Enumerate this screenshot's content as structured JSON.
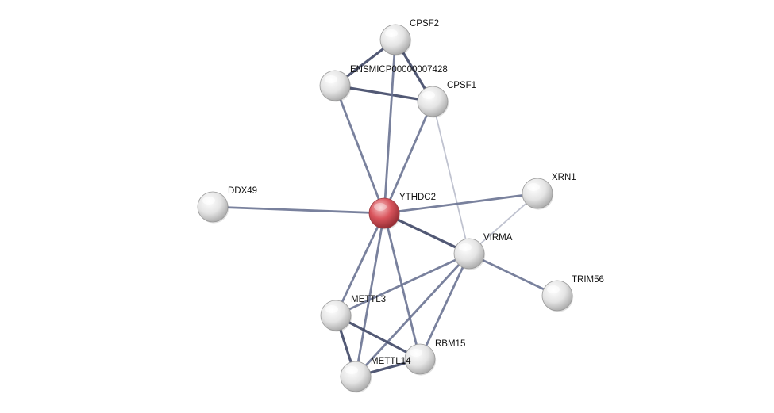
{
  "network": {
    "query_node": "YTHDC2",
    "colors": {
      "query_node": "#d9545c",
      "partner_node": "#e6e6e6",
      "edge_strong": "#3f4766",
      "edge_medium": "#6a7392",
      "edge_weak": "#b9bccb"
    },
    "nodes": [
      {
        "id": "CPSF2",
        "label": "CPSF2"
      },
      {
        "id": "ENSMICP00000007428",
        "label": "ENSMICP00000007428"
      },
      {
        "id": "CPSF1",
        "label": "CPSF1"
      },
      {
        "id": "DDX49",
        "label": "DDX49"
      },
      {
        "id": "YTHDC2",
        "label": "YTHDC2"
      },
      {
        "id": "XRN1",
        "label": "XRN1"
      },
      {
        "id": "VIRMA",
        "label": "VIRMA"
      },
      {
        "id": "TRIM56",
        "label": "TRIM56"
      },
      {
        "id": "METTL3",
        "label": "METTL3"
      },
      {
        "id": "RBM15",
        "label": "RBM15"
      },
      {
        "id": "METTL14",
        "label": "METTL14"
      }
    ],
    "edges": [
      {
        "source": "CPSF2",
        "target": "ENSMICP00000007428",
        "weight": "strong"
      },
      {
        "source": "CPSF2",
        "target": "CPSF1",
        "weight": "strong"
      },
      {
        "source": "ENSMICP00000007428",
        "target": "CPSF1",
        "weight": "strong"
      },
      {
        "source": "YTHDC2",
        "target": "CPSF2",
        "weight": "medium"
      },
      {
        "source": "YTHDC2",
        "target": "ENSMICP00000007428",
        "weight": "medium"
      },
      {
        "source": "YTHDC2",
        "target": "CPSF1",
        "weight": "medium"
      },
      {
        "source": "CPSF1",
        "target": "VIRMA",
        "weight": "weak"
      },
      {
        "source": "YTHDC2",
        "target": "DDX49",
        "weight": "medium"
      },
      {
        "source": "YTHDC2",
        "target": "XRN1",
        "weight": "medium"
      },
      {
        "source": "XRN1",
        "target": "VIRMA",
        "weight": "weak"
      },
      {
        "source": "YTHDC2",
        "target": "VIRMA",
        "weight": "strong"
      },
      {
        "source": "VIRMA",
        "target": "TRIM56",
        "weight": "medium"
      },
      {
        "source": "YTHDC2",
        "target": "METTL3",
        "weight": "medium"
      },
      {
        "source": "YTHDC2",
        "target": "METTL14",
        "weight": "medium"
      },
      {
        "source": "YTHDC2",
        "target": "RBM15",
        "weight": "medium"
      },
      {
        "source": "VIRMA",
        "target": "METTL3",
        "weight": "medium"
      },
      {
        "source": "VIRMA",
        "target": "METTL14",
        "weight": "medium"
      },
      {
        "source": "VIRMA",
        "target": "RBM15",
        "weight": "medium"
      },
      {
        "source": "METTL3",
        "target": "METTL14",
        "weight": "strong"
      },
      {
        "source": "METTL3",
        "target": "RBM15",
        "weight": "strong"
      },
      {
        "source": "METTL14",
        "target": "RBM15",
        "weight": "strong"
      }
    ]
  }
}
